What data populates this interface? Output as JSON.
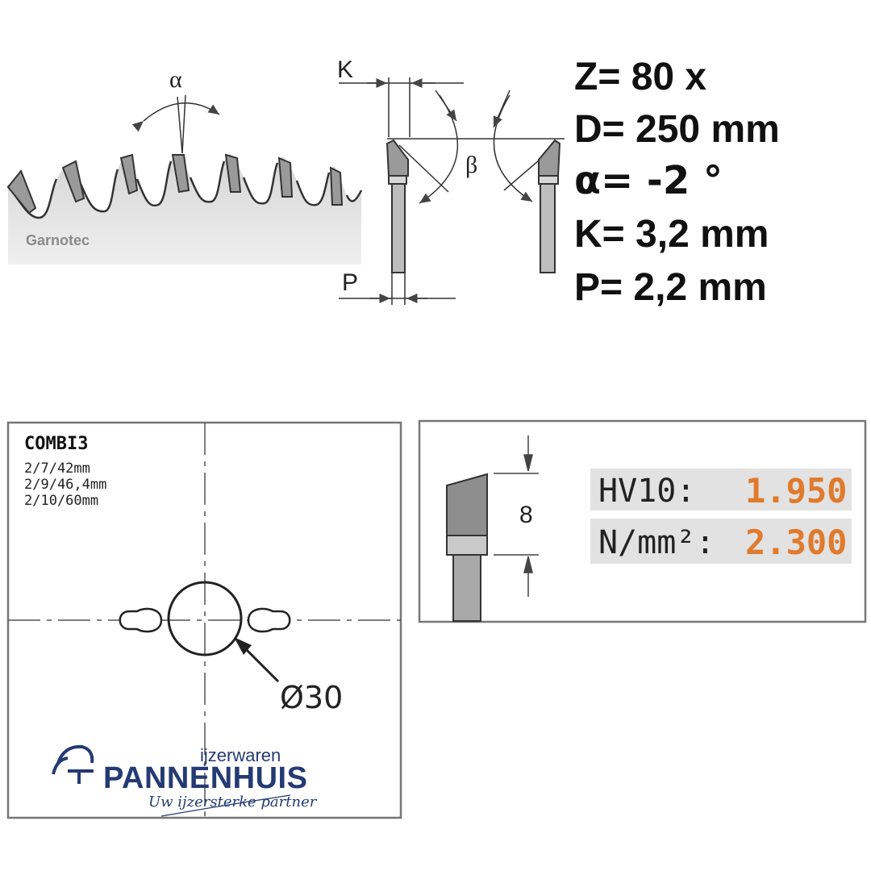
{
  "top_diagram": {
    "watermark": "Garnotec",
    "angle_alpha_symbol": "α",
    "kerf_symbol": "K",
    "plate_symbol": "P",
    "angle_beta_symbol": "β"
  },
  "specs": [
    {
      "label": "Z= 80 x"
    },
    {
      "label": "D= 250 mm"
    },
    {
      "label": "α= -2 °"
    },
    {
      "label": "K= 3,2 mm"
    },
    {
      "label": "P= 2,2 mm"
    }
  ],
  "hub_panel": {
    "title": "COMBI3",
    "pin_holes": [
      "2/7/42mm",
      "2/9/46,4mm",
      "2/10/60mm"
    ],
    "bore_label": "Ø30"
  },
  "tooth_panel": {
    "tooth_height": "8",
    "rows": [
      {
        "label": "HV10:",
        "value": "1.950"
      },
      {
        "label": "N/mm²:",
        "value": "2.300"
      }
    ],
    "value_color": "#e07a2c"
  },
  "logo": {
    "tagline_top": "ijzerwaren",
    "brand": "PANNENHUIS",
    "slogan": "Uw ijzersterke partner"
  }
}
